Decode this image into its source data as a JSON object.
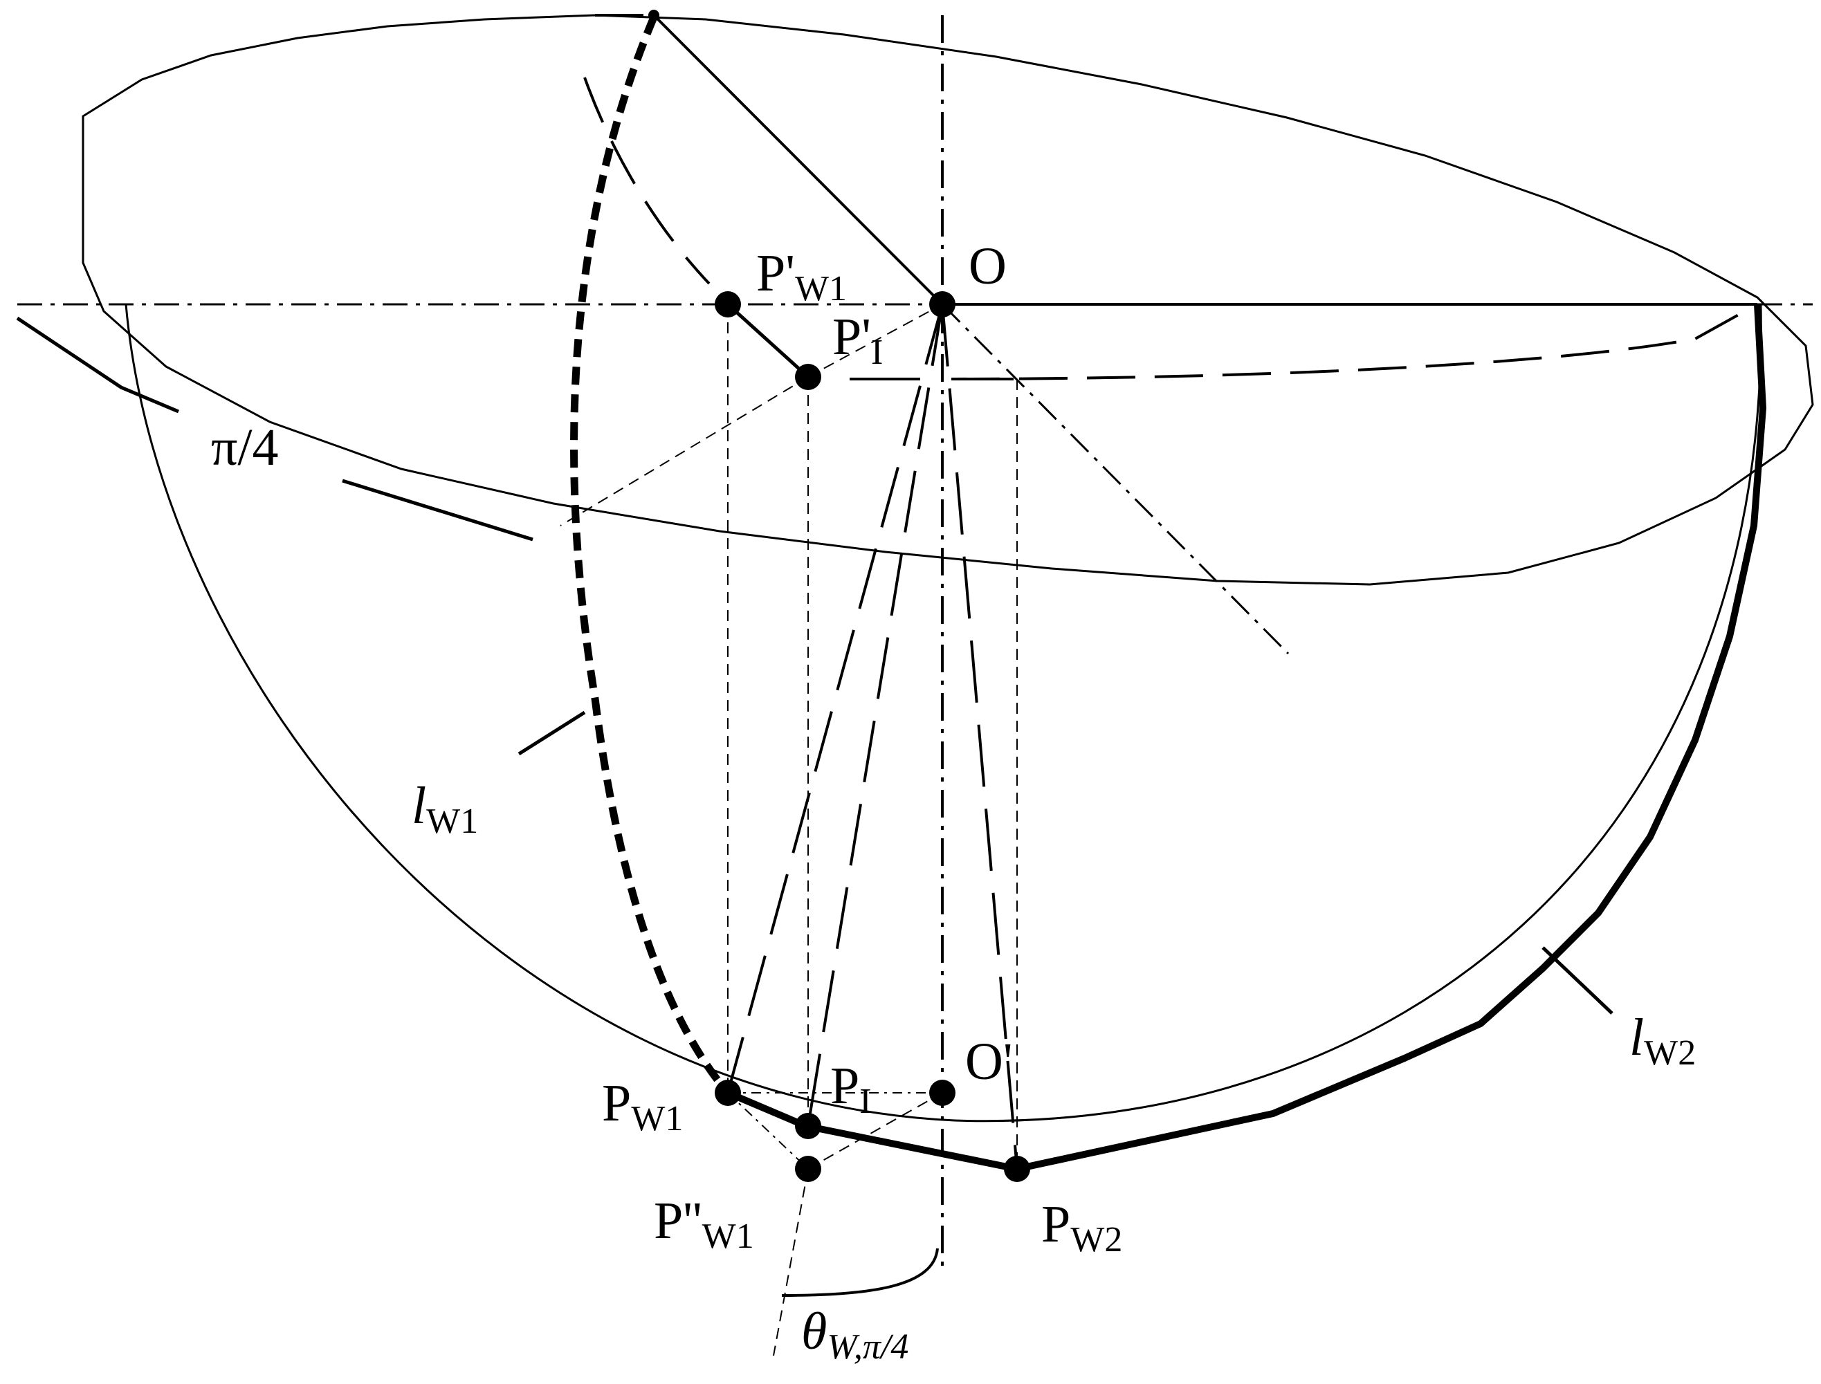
{
  "labels": {
    "O": "O",
    "O_prime": "O'",
    "P_prime_W1_main": "P'",
    "P_prime_W1_sub": "W1",
    "P_prime_I_main": "P'",
    "P_prime_I_sub": "I",
    "P_W1_main": "P",
    "P_W1_sub": "W1",
    "P_I_main": "P",
    "P_I_sub": "I",
    "P_dprime_W1_main": "P''",
    "P_dprime_W1_sub": "W1",
    "P_W2_main": "P",
    "P_W2_sub": "W2",
    "pi_over_4": "π/4",
    "l_W1_main": "l",
    "l_W1_sub": "W1",
    "l_W2_main": "l",
    "l_W2_sub": "W2",
    "theta_main": "θ",
    "theta_sub": "W,π/4"
  },
  "colors": {
    "ink": "#000000",
    "background": "#ffffff"
  }
}
